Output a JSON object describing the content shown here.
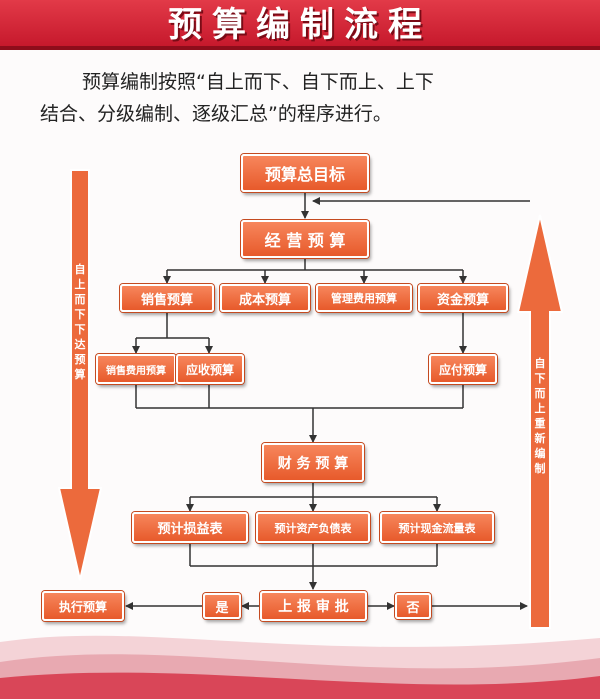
{
  "title": "预算编制流程",
  "intro": {
    "line1": "预算编制按照“自上而下、自下而上、上下",
    "line2": "结合、分级编制、逐级汇总”的程序进行。"
  },
  "nodes": {
    "total_target": "预算总目标",
    "operating_budget": "经 营 预 算",
    "sales_budget": "销售预算",
    "cost_budget": "成本预算",
    "admin_expense_budget": "管理费用预算",
    "fund_budget": "资金预算",
    "sales_expense_budget": "销售费用预算",
    "receivable_budget": "应收预算",
    "payable_budget": "应付预算",
    "financial_budget": "财 务 预 算",
    "projected_income_statement": "预计损益表",
    "projected_balance_sheet": "预计资产负债表",
    "projected_cash_flow": "预计现金流量表",
    "report_approval": "上 报 审 批",
    "yes": "是",
    "no": "否",
    "execute_budget": "执行预算"
  },
  "side_arrows": {
    "left_label": [
      "自",
      "上",
      "而",
      "下",
      "下",
      "达",
      "预",
      "算"
    ],
    "right_label": [
      "自",
      "下",
      "而",
      "上",
      "重",
      "新",
      "编",
      "制"
    ]
  },
  "colors": {
    "banner": "#d8202f",
    "box": "#ec6a3c",
    "arrow": "#ec6a3c",
    "line": "#333333"
  }
}
